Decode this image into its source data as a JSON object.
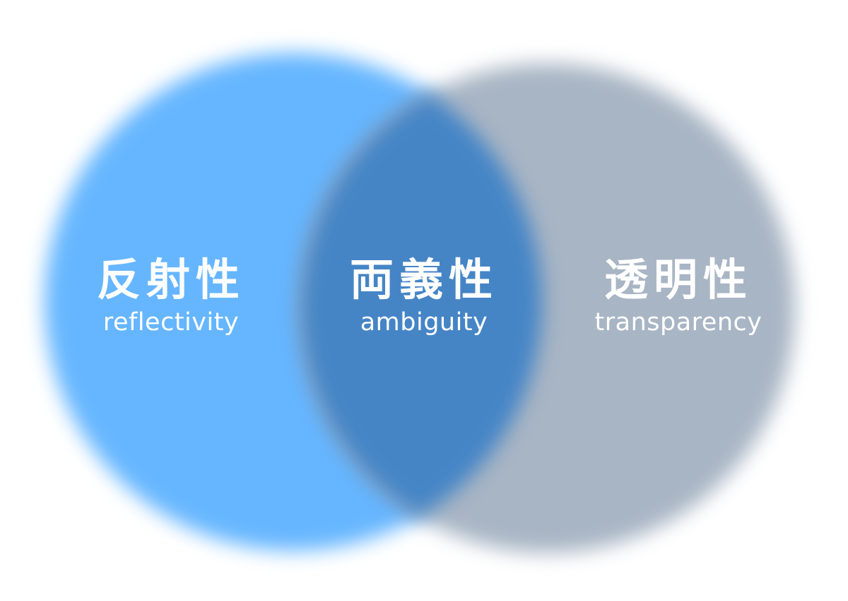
{
  "diagram": {
    "type": "venn",
    "colors": {
      "background": "#ffffff",
      "left_circle": "#66b6ff",
      "right_circle": "#a8b5c4",
      "overlap": "#4585c6",
      "text": "#ffffff"
    },
    "left": {
      "label_jp": "反射性",
      "label_en": "reflectivity"
    },
    "center": {
      "label_jp": "両義性",
      "label_en": "ambiguity"
    },
    "right": {
      "label_jp": "透明性",
      "label_en": "transparency"
    }
  }
}
